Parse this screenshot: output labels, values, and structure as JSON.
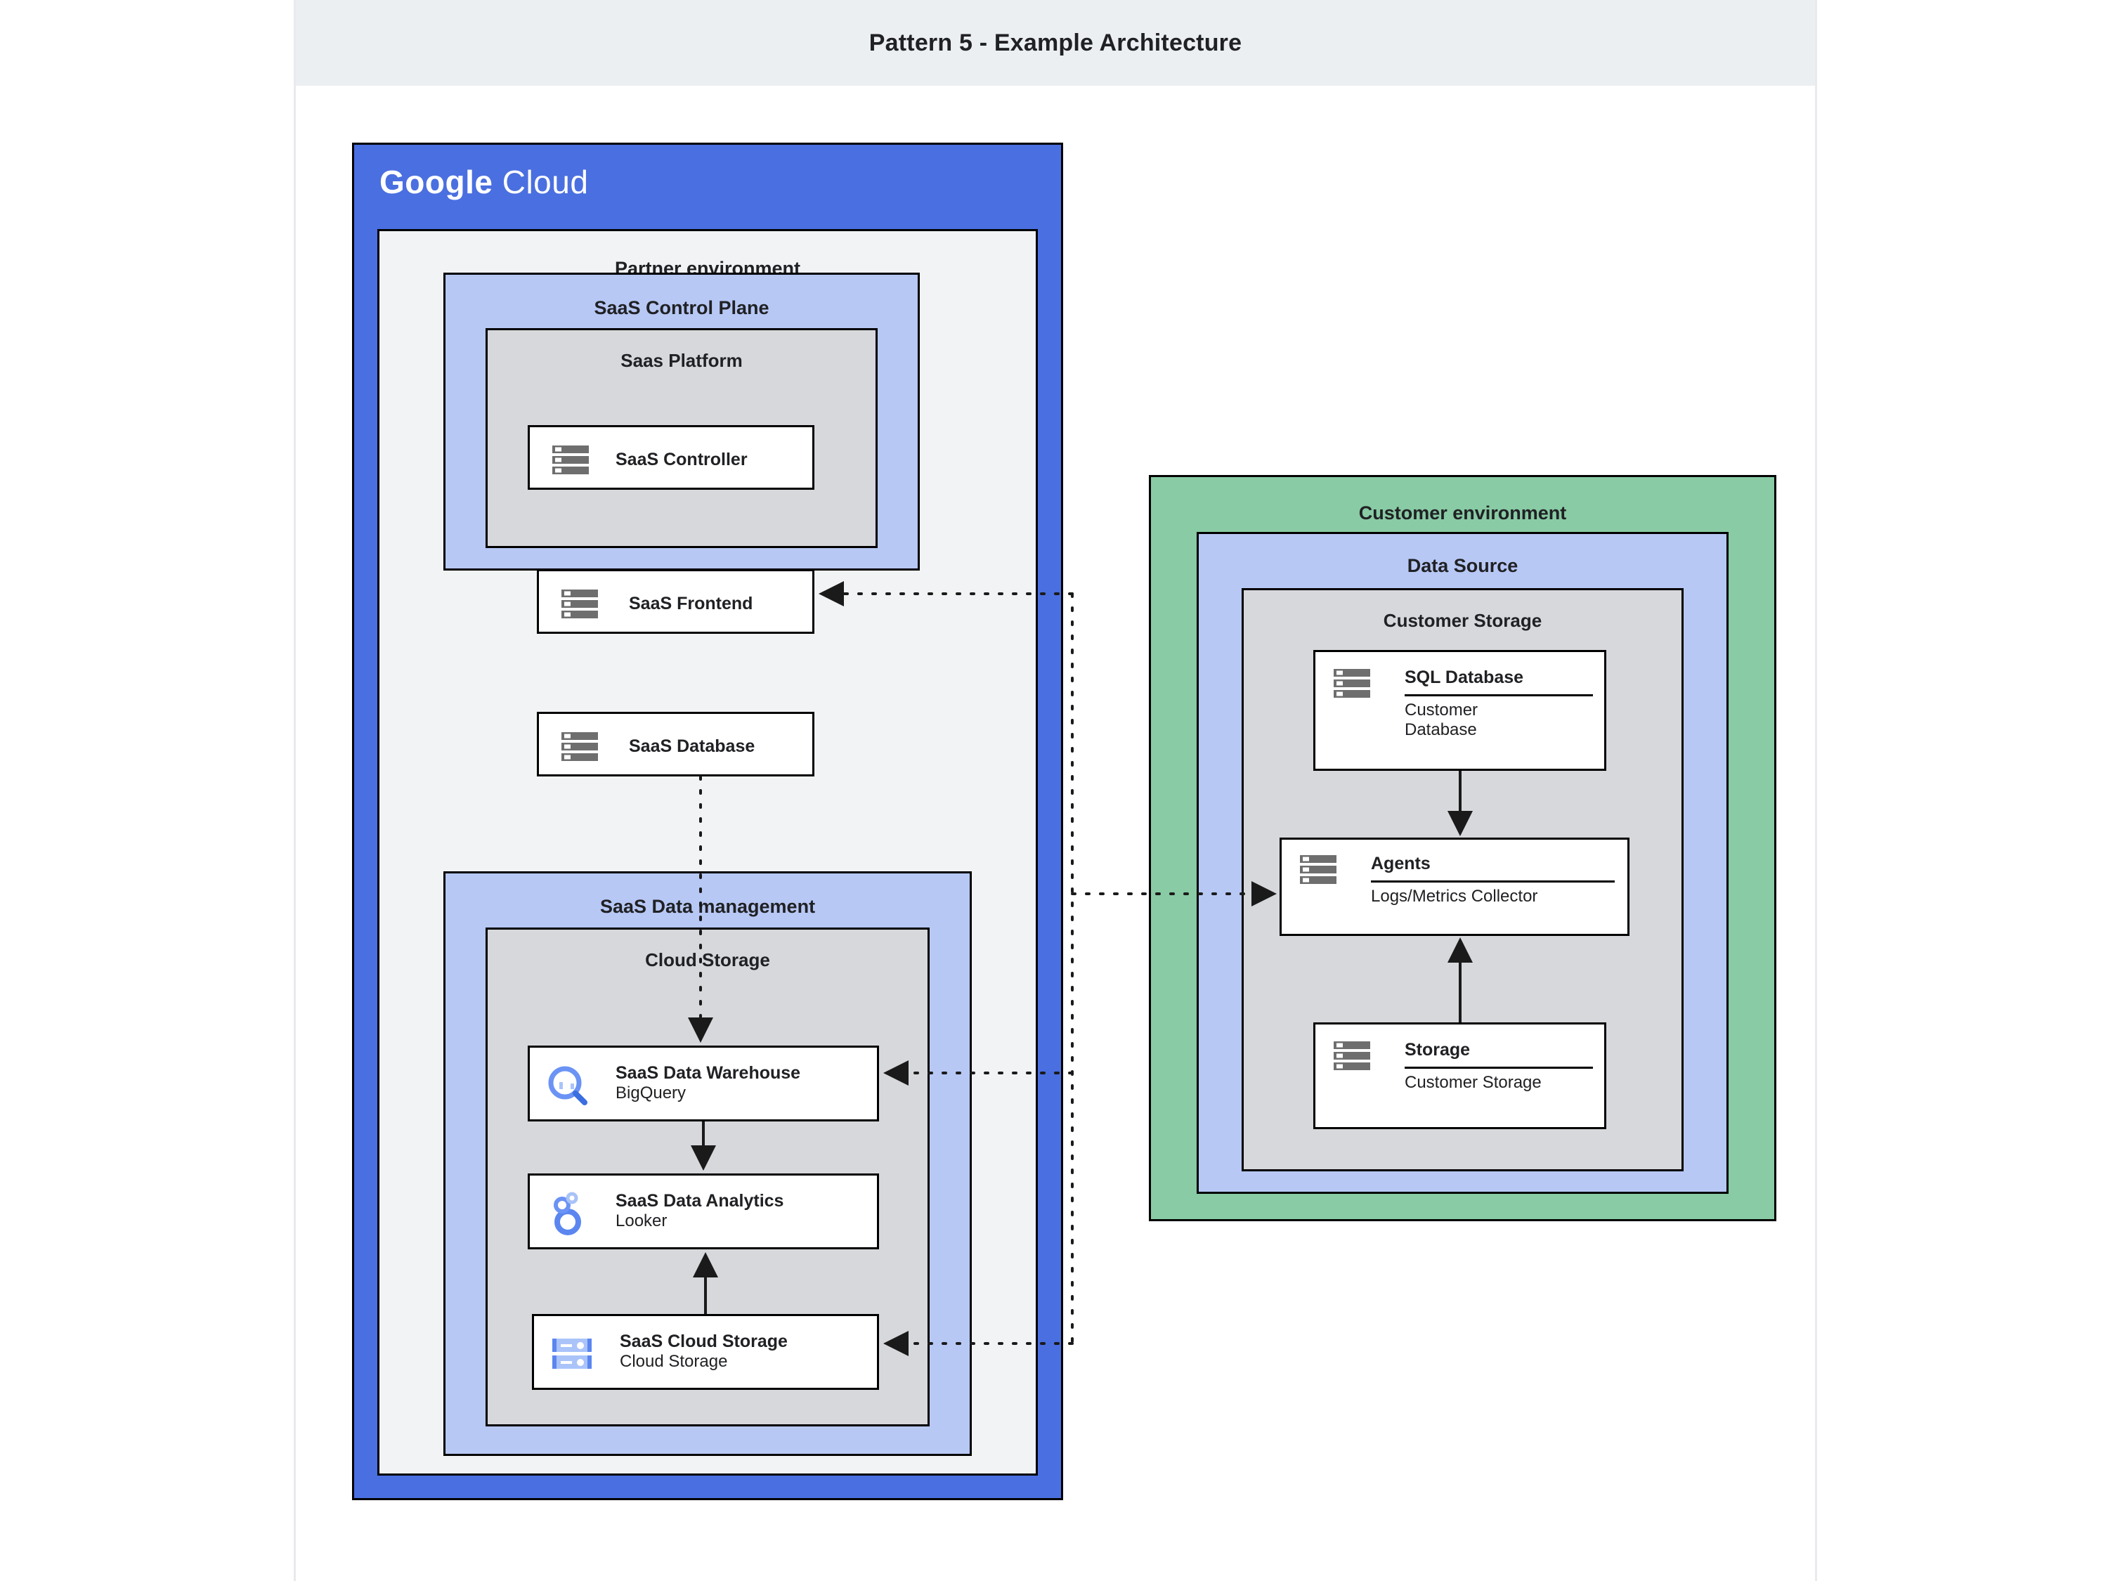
{
  "header": {
    "title": "Pattern 5 - Example Architecture"
  },
  "cloud": {
    "brand_bold": "Google",
    "brand_light": "Cloud",
    "banner_color": "#4a6fe0"
  },
  "partner": {
    "title": "Partner environment",
    "control_plane": {
      "title": "SaaS Control Plane",
      "platform": {
        "title": "Saas Platform",
        "nodes": [
          {
            "icon": "server-icon",
            "title": "SaaS Controller",
            "sub": ""
          },
          {
            "icon": "server-icon",
            "title": "SaaS Frontend",
            "sub": ""
          },
          {
            "icon": "server-icon",
            "title": "SaaS Database",
            "sub": ""
          }
        ]
      }
    },
    "data_management": {
      "title": "SaaS Data management",
      "cloud_storage": {
        "title": "Cloud Storage",
        "nodes": [
          {
            "icon": "bigquery-icon",
            "title": "SaaS Data Warehouse",
            "sub": "BigQuery"
          },
          {
            "icon": "looker-icon",
            "title": "SaaS Data Analytics",
            "sub": "Looker"
          },
          {
            "icon": "cloud-storage-icon",
            "title": "SaaS Cloud Storage",
            "sub": "Cloud Storage"
          }
        ]
      }
    }
  },
  "customer": {
    "title": "Customer environment",
    "data_source": {
      "title": "Data Source",
      "customer_storage": {
        "title": "Customer Storage",
        "nodes": [
          {
            "icon": "server-icon",
            "title": "SQL Database",
            "sub": "Customer Database"
          },
          {
            "icon": "server-icon",
            "title": "Agents",
            "sub": "Logs/Metrics Collector"
          },
          {
            "icon": "server-icon",
            "title": "Storage",
            "sub": "Customer Storage"
          }
        ]
      }
    }
  },
  "colors": {
    "gcp_blue": "#4a6fe0",
    "zone_blue": "#b7c8f5",
    "group_gray": "#d6d8db",
    "env_gray": "#f1f3f4",
    "customer_green": "#88cba4",
    "header_band": "#eceff1",
    "icon_gray": "#6e6e6e",
    "accent_blue": "#6b93f5",
    "stroke": "#000000"
  }
}
